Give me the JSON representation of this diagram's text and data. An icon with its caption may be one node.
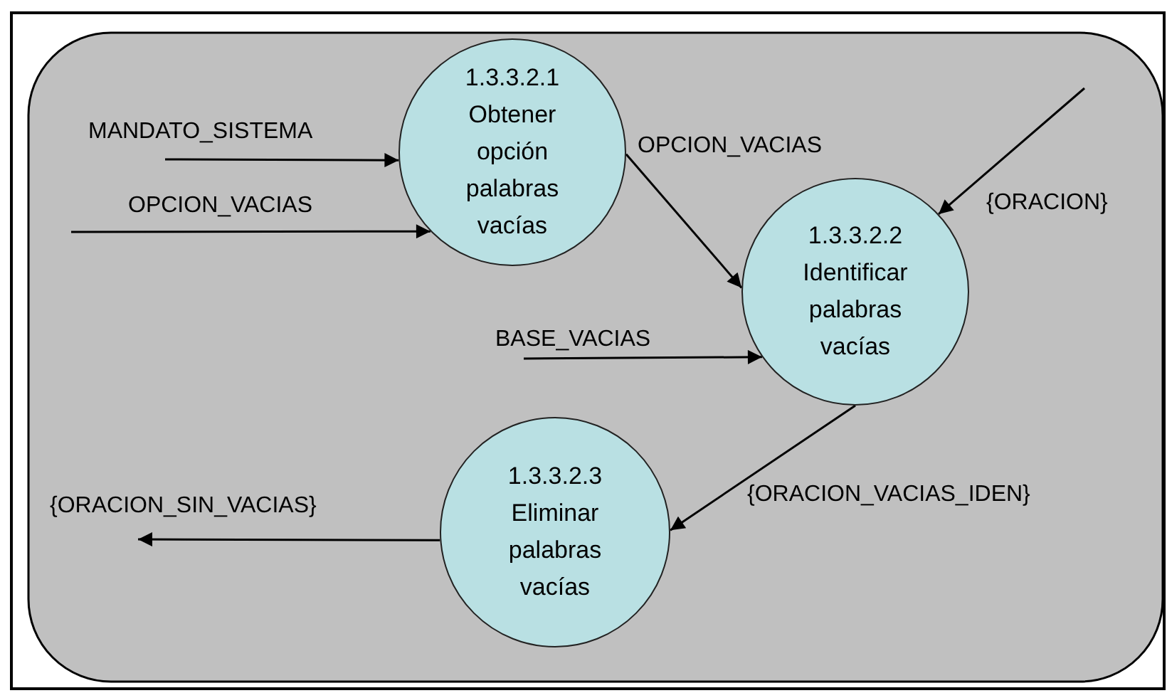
{
  "diagram": {
    "nodes": [
      {
        "text": [
          "1.3.3.2.1",
          "Obtener opción palabras vacías"
        ]
      },
      {
        "text": [
          "1.3.3.2.2",
          "Identificar palabras vacías"
        ]
      },
      {
        "text": [
          "1.3.3.2.3",
          "Eliminar palabras vacías"
        ]
      }
    ],
    "edges": [
      {
        "from": null,
        "to": 0,
        "arrow": "to",
        "label": "MANDATO_SISTEMA"
      },
      {
        "from": null,
        "to": 0,
        "arrow": "to",
        "label": "OPCION_VACIAS"
      },
      {
        "from": 0,
        "to": 1,
        "arrow": "to",
        "label": "OPCION_VACIAS"
      },
      {
        "from": null,
        "to": 1,
        "arrow": "to",
        "label": "{ORACION}"
      },
      {
        "from": null,
        "to": 1,
        "arrow": "to",
        "label": "BASE_VACIAS"
      },
      {
        "from": 1,
        "to": 2,
        "arrow": "to",
        "label": "{ORACION_VACIAS_IDEN}"
      },
      {
        "from": 2,
        "to": null,
        "arrow": "to",
        "label": "{ORACION_SIN_VACIAS}"
      }
    ]
  }
}
